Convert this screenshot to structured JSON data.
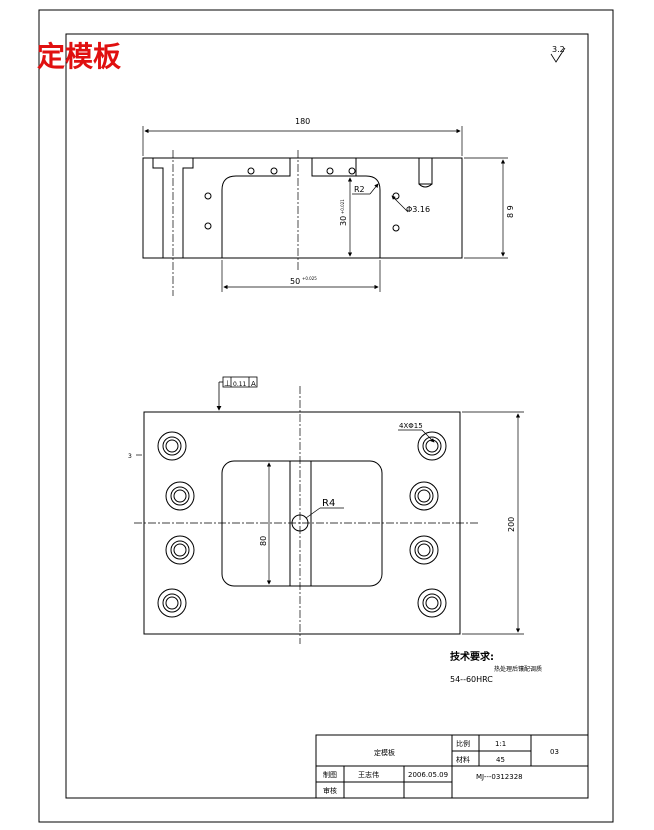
{
  "title": "定模板",
  "surface_finish": "3.2",
  "front_view": {
    "dim_width": "180",
    "dim_height": "8 9",
    "dim_slot_depth": "30",
    "dim_slot_depth_tol": "+0.021",
    "dim_slot_width": "50",
    "dim_slot_width_tol": "+0.025",
    "radius_label": "R2",
    "hole_label": "Φ3.16"
  },
  "top_view": {
    "flatness_symbol": "⊥",
    "flatness_value": "0.11",
    "flatness_datum": "A",
    "datum_mark": "3",
    "hole_callout": "4XΦ15",
    "radius_label": "R4",
    "dim_pocket_height": "80",
    "dim_total_height": "200"
  },
  "notes": {
    "heading": "技术要求:",
    "line1": "热处理后镶配调质",
    "line2": "54--60HRC"
  },
  "title_block": {
    "part_name": "定模板",
    "scale_label": "比例",
    "scale_value": "1:1",
    "material_label": "材料",
    "material_value": "45",
    "sheet_no": "03",
    "drawn_label": "制图",
    "drawn_name": "王志伟",
    "date": "2006.05.09",
    "drawing_no": "MJ---0312328",
    "review_label": "审核"
  }
}
